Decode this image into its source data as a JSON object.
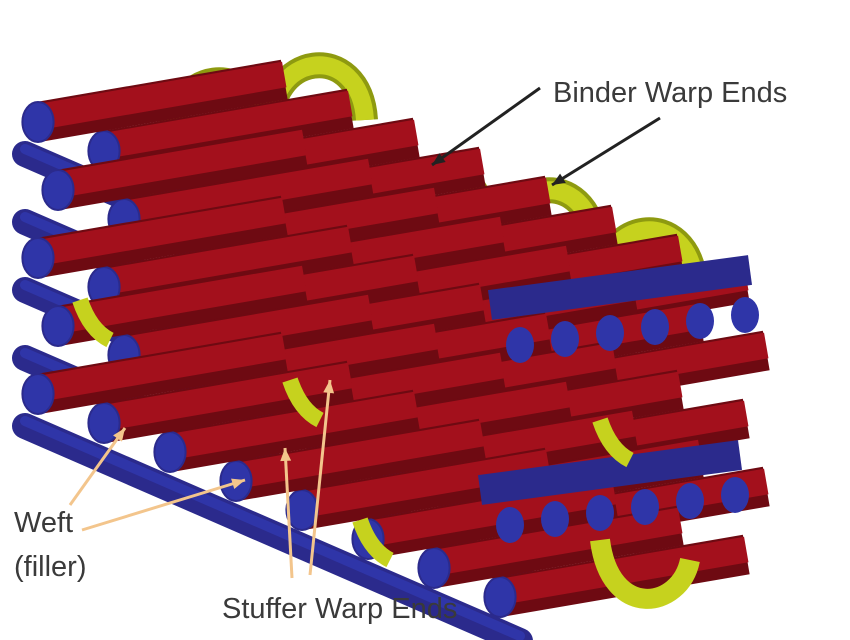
{
  "diagram": {
    "labels": {
      "binder": "Binder Warp Ends",
      "weft_line1": "Weft",
      "weft_line2": "(filler)",
      "stuffer": "Stuffer Warp Ends"
    },
    "colors": {
      "stuffer_warp": "#a3101c",
      "stuffer_warp_dark": "#6e0a12",
      "weft": "#2b2a8c",
      "weft_cap": "#2f35a8",
      "binder": "#c6d21e",
      "binder_dark": "#8e9a10",
      "arrow_dark": "#222222",
      "arrow_light": "#f3c58c"
    }
  }
}
